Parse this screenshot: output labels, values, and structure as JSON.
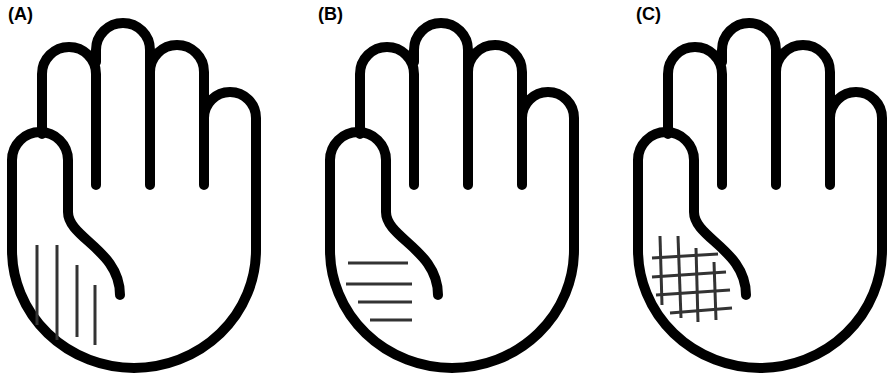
{
  "diagram": {
    "labels": [
      "(A)",
      "(B)",
      "(C)"
    ]
  }
}
